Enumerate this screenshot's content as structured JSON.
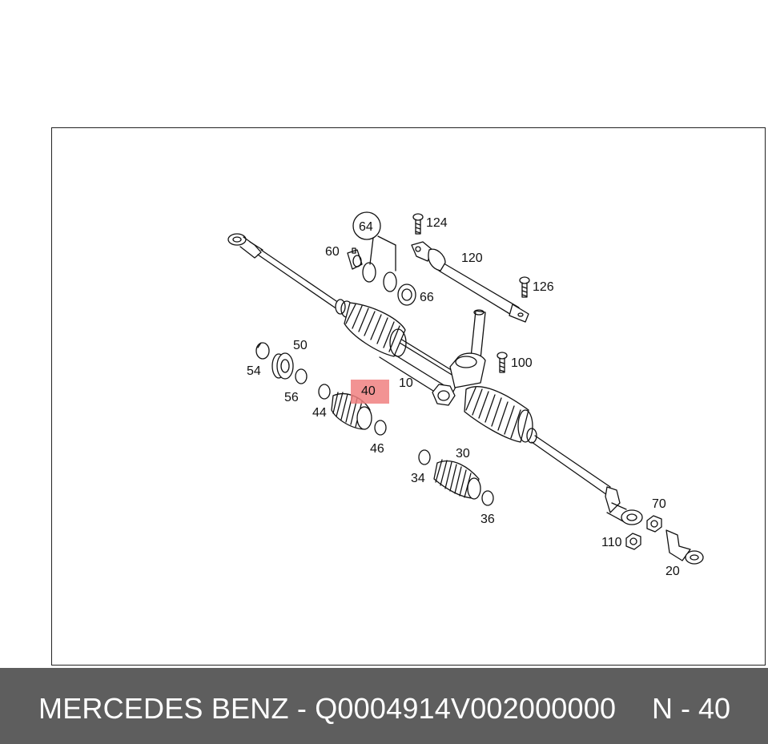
{
  "footer": {
    "part_code": "MERCEDES BENZ - Q0004914V002000000",
    "position": "N - 40"
  },
  "diagram": {
    "highlight_color": "#f08080",
    "highlighted_part": "40",
    "labels": {
      "p10": "10",
      "p20": "20",
      "p30": "30",
      "p34": "34",
      "p36": "36",
      "p40": "40",
      "p44": "44",
      "p46": "46",
      "p50": "50",
      "p54": "54",
      "p56": "56",
      "p60": "60",
      "p64": "64",
      "p66": "66",
      "p70": "70",
      "p100": "100",
      "p110": "110",
      "p120": "120",
      "p124": "124",
      "p126": "126"
    }
  }
}
